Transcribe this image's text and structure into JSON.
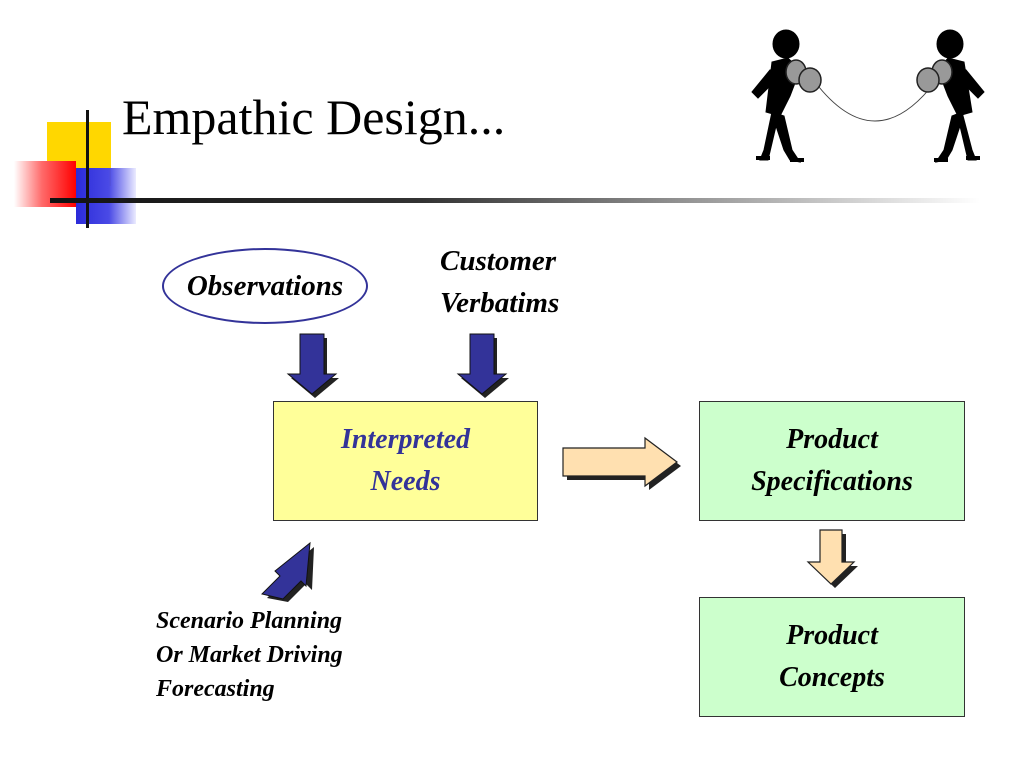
{
  "slide": {
    "title": "Empathic Design..."
  },
  "diagram": {
    "observations": "Observations",
    "customer_verbatims": "Customer\nVerbatims",
    "interpreted_needs": "Interpreted\nNeeds",
    "product_specifications": "Product\nSpecifications",
    "product_concepts": "Product\nConcepts",
    "scenario_planning": "Scenario Planning\nOr Market Driving\nForecasting"
  },
  "colors": {
    "needs_box_fill": "#ffff99",
    "needs_text": "#333399",
    "spec_box_fill": "#ccffcc",
    "blue_arrow": "#333399",
    "beige_arrow": "#ffe0b0"
  },
  "icons": [
    "two-people-tin-can-phone-icon"
  ]
}
